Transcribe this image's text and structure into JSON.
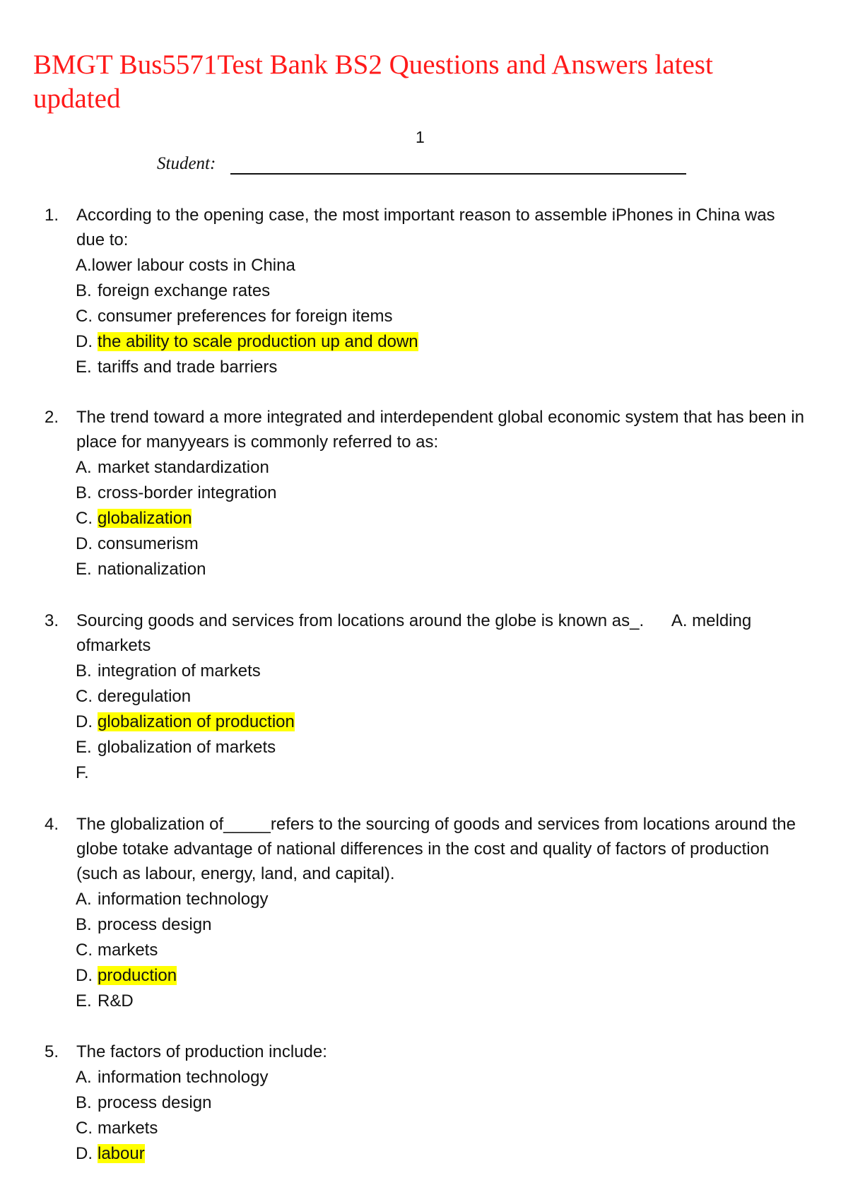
{
  "document": {
    "title": "BMGT Bus5571Test Bank BS2 Questions and Answers latest updated",
    "page_number": "1",
    "student_label": "Student:",
    "highlight_color": "#ffff00",
    "title_color": "#ff1a1a"
  },
  "questions": [
    {
      "number": "1.",
      "text": "According to the opening case, the most important reason to assemble iPhones in China was due to:",
      "options": [
        {
          "letter": "",
          "text": "A.lower labour costs in China",
          "highlighted": false
        },
        {
          "letter": "B.",
          "text": "foreign exchange rates",
          "highlighted": false
        },
        {
          "letter": "C.",
          "text": "consumer preferences for foreign items",
          "highlighted": false
        },
        {
          "letter": "D.",
          "text": "the ability to scale production up and down",
          "highlighted": true
        },
        {
          "letter": "E.",
          "text": "tariffs and trade barriers",
          "highlighted": false
        }
      ]
    },
    {
      "number": "2.",
      "text": "The trend toward a more integrated and interdependent global economic system that has been in place for manyyears is commonly referred to as:",
      "options": [
        {
          "letter": "A.",
          "text": "market standardization",
          "highlighted": false
        },
        {
          "letter": "B.",
          "text": "cross-border integration",
          "highlighted": false
        },
        {
          "letter": "C.",
          "text": "globalization",
          "highlighted": true
        },
        {
          "letter": "D.",
          "text": "consumerism",
          "highlighted": false
        },
        {
          "letter": "E.",
          "text": "nationalization",
          "highlighted": false
        }
      ]
    },
    {
      "number": "3.",
      "text": "Sourcing goods and services from locations around the globe is known as_.      A. melding ofmarkets",
      "options": [
        {
          "letter": "B.",
          "text": "integration of markets",
          "highlighted": false
        },
        {
          "letter": "C.",
          "text": "deregulation",
          "highlighted": false
        },
        {
          "letter": "D.",
          "text": "globalization of production",
          "highlighted": true
        },
        {
          "letter": "E.",
          "text": "globalization of markets",
          "highlighted": false
        },
        {
          "letter": "F.",
          "text": "",
          "highlighted": false
        }
      ]
    },
    {
      "number": "4.",
      "text": "The globalization of_____refers to the sourcing of goods and services from locations around the globe totake advantage of national differences in the cost and quality of factors of production (such as labour, energy, land, and capital).",
      "options": [
        {
          "letter": "A.",
          "text": "information technology",
          "highlighted": false
        },
        {
          "letter": "B.",
          "text": "process design",
          "highlighted": false
        },
        {
          "letter": "C.",
          "text": "markets",
          "highlighted": false
        },
        {
          "letter": "D.",
          "text": "production",
          "highlighted": true
        },
        {
          "letter": "E.",
          "text": "R&D",
          "highlighted": false
        }
      ]
    },
    {
      "number": "5.",
      "text": "The factors of production include:",
      "options": [
        {
          "letter": "A.",
          "text": "information technology",
          "highlighted": false
        },
        {
          "letter": "B.",
          "text": "process design",
          "highlighted": false
        },
        {
          "letter": "C.",
          "text": "markets",
          "highlighted": false
        },
        {
          "letter": "D.",
          "text": "labour",
          "highlighted": true
        }
      ]
    }
  ]
}
